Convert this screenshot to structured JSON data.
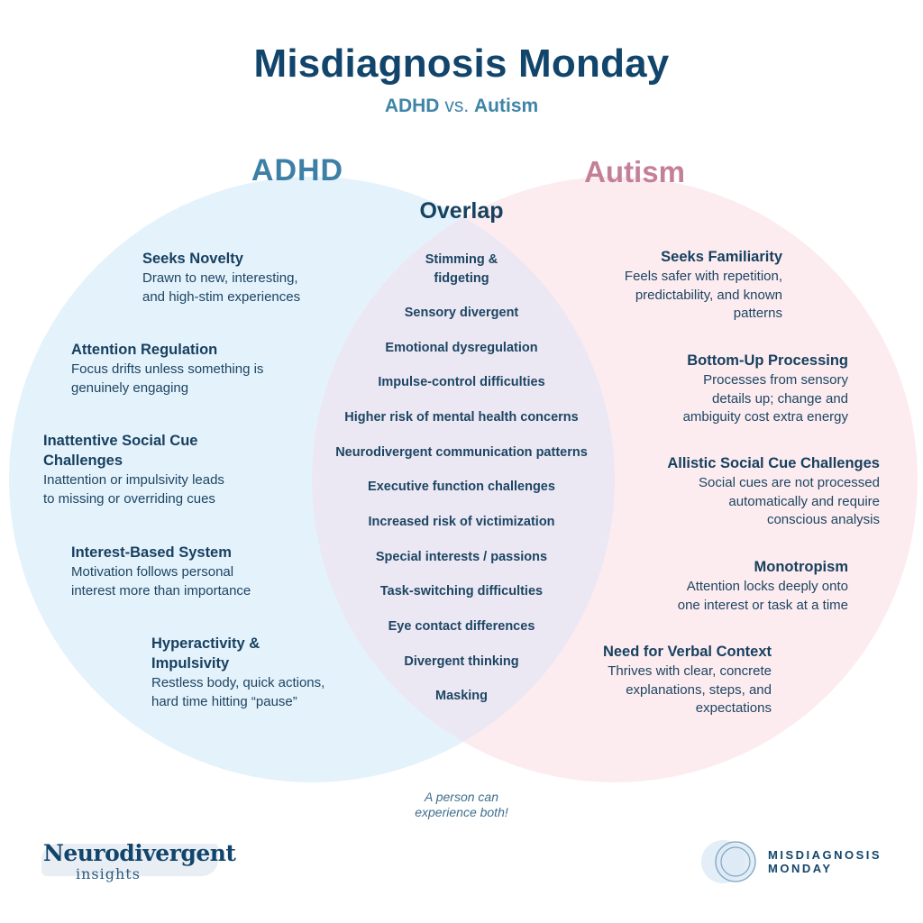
{
  "header": {
    "title": "Misdiagnosis Monday",
    "subtitle_a": "ADHD",
    "subtitle_vs": " vs. ",
    "subtitle_b": "Autism"
  },
  "venn": {
    "left_label": "ADHD",
    "right_label": "Autism",
    "overlap_label": "Overlap",
    "colors": {
      "left_fill": "#e4f2fc",
      "right_fill": "#fcecef",
      "overlap_fill": "#ece8f3"
    }
  },
  "adhd_items": [
    {
      "heading": "Seeks Novelty",
      "body": "Drawn to new, interesting,\nand high-stim experiences"
    },
    {
      "heading": "Attention Regulation",
      "body": "Focus drifts unless something is\ngenuinely engaging"
    },
    {
      "heading": "Inattentive Social Cue\nChallenges",
      "body": "Inattention or impulsivity leads\nto missing or overriding cues"
    },
    {
      "heading": "Interest-Based System",
      "body": "Motivation follows personal\ninterest more than importance"
    },
    {
      "heading": "Hyperactivity &\nImpulsivity",
      "body": "Restless body, quick actions,\nhard time hitting “pause”"
    }
  ],
  "autism_items": [
    {
      "heading": "Seeks Familiarity",
      "body": "Feels safer with repetition,\npredictability, and known\npatterns"
    },
    {
      "heading": "Bottom-Up Processing",
      "body": "Processes from sensory\ndetails up; change and\nambiguity cost extra energy"
    },
    {
      "heading": "Allistic Social Cue Challenges",
      "body": "Social cues are not processed\nautomatically and require\nconscious analysis"
    },
    {
      "heading": "Monotropism",
      "body": "Attention locks deeply onto\none interest or task at a time"
    },
    {
      "heading": "Need for Verbal Context",
      "body": "Thrives with clear, concrete\nexplanations, steps, and\nexpectations"
    }
  ],
  "overlap_items": [
    "Stimming &\nfidgeting",
    "Sensory divergent",
    "Emotional dysregulation",
    "Impulse-control difficulties",
    "Higher risk of mental health concerns",
    "Neurodivergent communication patterns",
    "Executive function challenges",
    "Increased risk of victimization",
    "Special interests / passions",
    "Task-switching difficulties",
    "Eye contact differences",
    "Divergent thinking",
    "Masking"
  ],
  "footnote": "A person can\nexperience both!",
  "logos": {
    "left_line1": "Neurodivergent",
    "left_line2": "insights",
    "right_text": "MISDIAGNOSIS\nMONDAY"
  }
}
